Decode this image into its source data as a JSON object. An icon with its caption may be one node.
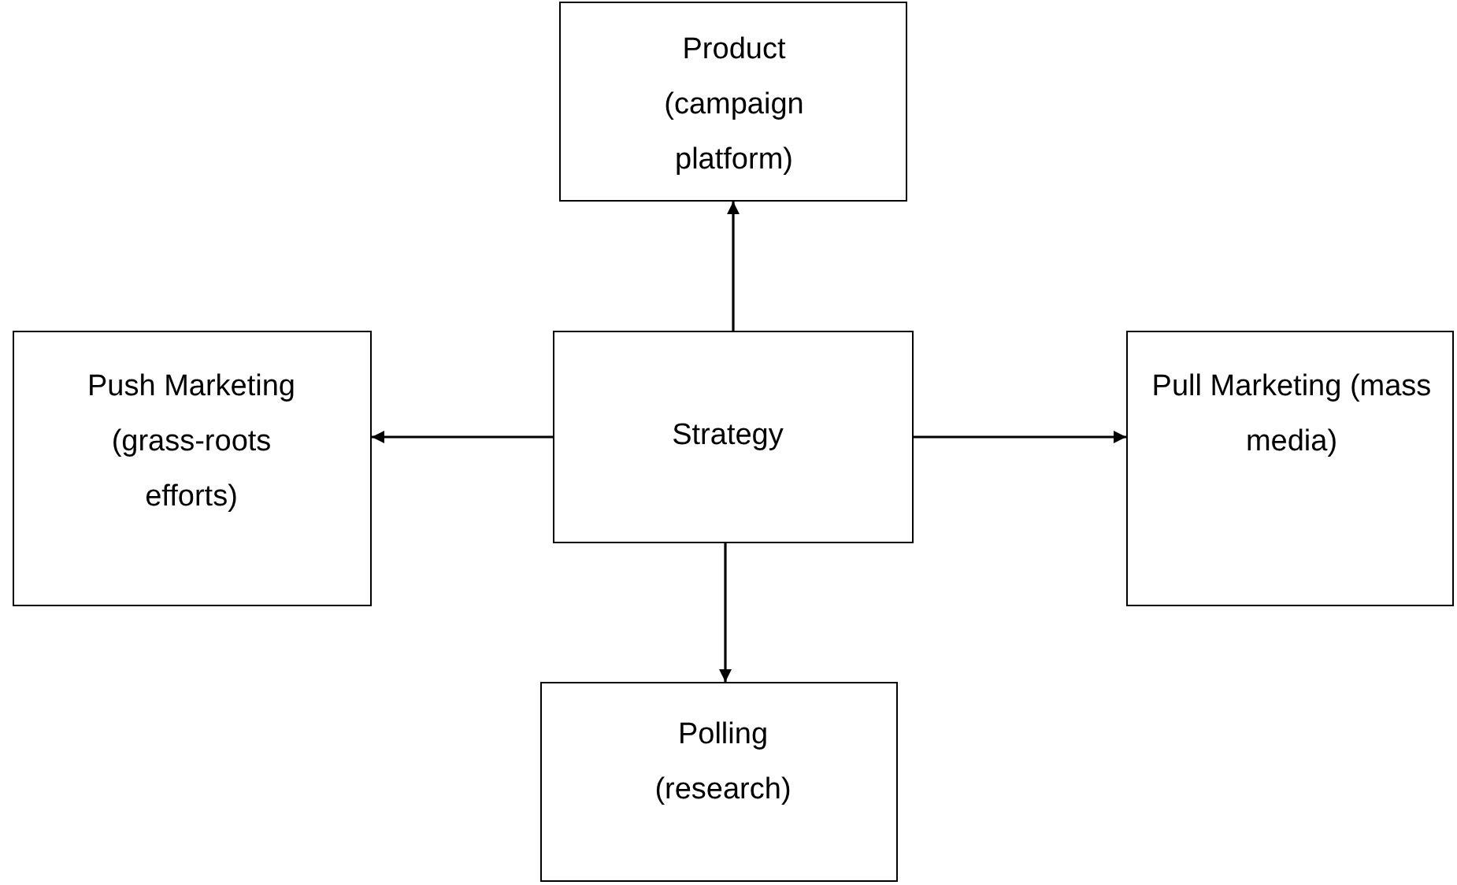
{
  "diagram": {
    "nodes": [
      {
        "text": [
          "Product (campaign platform)"
        ]
      },
      {
        "text": [
          "Push Marketing (grass-roots efforts)"
        ]
      },
      {
        "text": [
          "Strategy"
        ]
      },
      {
        "text": [
          "Pull Marketing (mass media)"
        ]
      },
      {
        "text": [
          "Polling (research)"
        ]
      }
    ],
    "edges": [
      {
        "from": 2,
        "to": 0,
        "arrow": "to"
      },
      {
        "from": 2,
        "to": 1,
        "arrow": "to"
      },
      {
        "from": 2,
        "to": 3,
        "arrow": "to"
      },
      {
        "from": 2,
        "to": 4,
        "arrow": "to"
      }
    ]
  }
}
